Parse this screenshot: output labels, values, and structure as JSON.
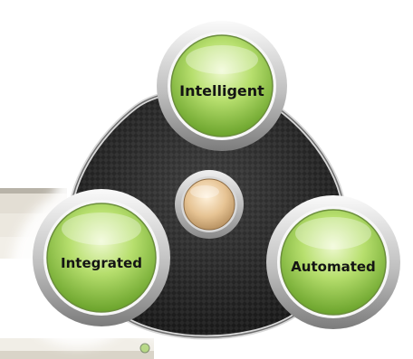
{
  "diagram": {
    "nodes": [
      {
        "id": "top",
        "label": "Intelligent"
      },
      {
        "id": "left",
        "label": "Integrated"
      },
      {
        "id": "right",
        "label": "Automated"
      }
    ],
    "colors": {
      "node_fill_light": "#dff3b3",
      "node_fill_mid": "#a9d65c",
      "node_fill_dark": "#6aa32b",
      "ring_metal_light": "#f2f2f2",
      "ring_metal_dark": "#8d8d8d",
      "hub_fill": "#2b2b2b",
      "center_orb": "#e8c89c",
      "background_screen": "#d9d4c8"
    }
  }
}
